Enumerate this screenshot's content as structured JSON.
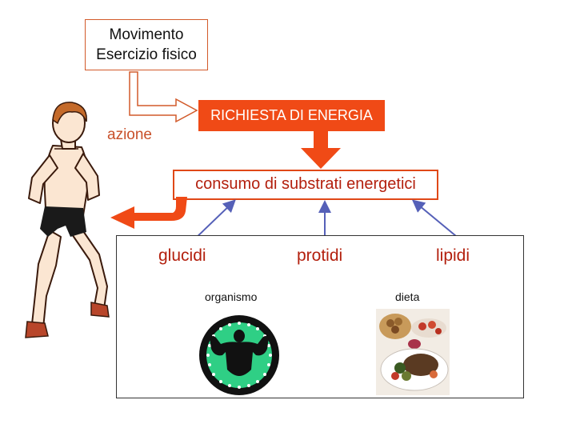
{
  "top_box": {
    "line1": "Movimento",
    "line2": "Esercizio fisico"
  },
  "azione_label": "azione",
  "energy_box": "RICHIESTA DI ENERGIA",
  "consumo_box": "consumo di substrati energetici",
  "substrates": [
    "glucidi",
    "protidi",
    "lipidi"
  ],
  "sources": {
    "organismo": "organismo",
    "dieta": "dieta"
  },
  "colors": {
    "orange": "#f04a16",
    "dark_red": "#b3200e",
    "arrow_blue": "#5560b8",
    "outline": "#d25a2a"
  },
  "icons": [
    "runner-illustration",
    "bodybuilder-badge",
    "food-plate-photo"
  ]
}
